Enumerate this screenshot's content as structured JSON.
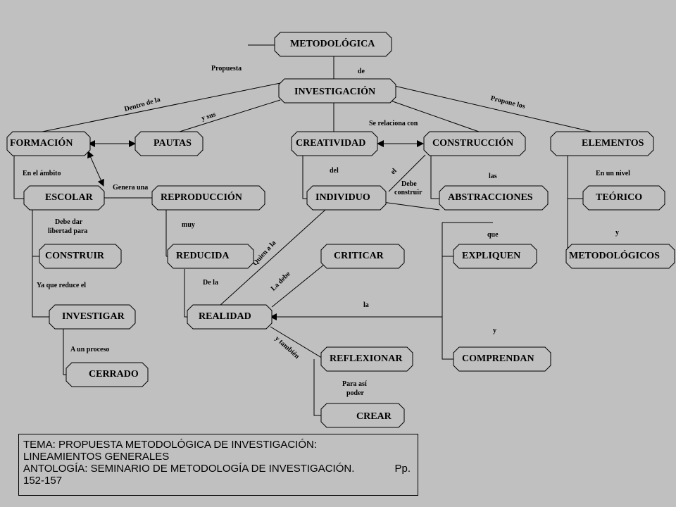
{
  "nodes": {
    "metodologica": "METODOLÓGICA",
    "investigacion": "INVESTIGACIÓN",
    "formacion": "FORMACIÓN",
    "pautas": "PAUTAS",
    "creatividad": "CREATIVIDAD",
    "construccion": "CONSTRUCCIÓN",
    "elementos": "ELEMENTOS",
    "escolar": "ESCOLAR",
    "reproduccion": "REPRODUCCIÓN",
    "individuo": "INDIVIDUO",
    "abstracciones": "ABSTRACCIONES",
    "teorico": "TEÓRICO",
    "construir": "CONSTRUIR",
    "reducida": "REDUCIDA",
    "criticar": "CRITICAR",
    "expliquen": "EXPLIQUEN",
    "metodologicos": "METODOLÓGICOS",
    "investigar": "INVESTIGAR",
    "realidad": "REALIDAD",
    "cerrado": "CERRADO",
    "reflexionar": "REFLEXIONAR",
    "comprendan": "COMPRENDAN",
    "crear": "CREAR"
  },
  "links": {
    "propuesta": "Propuesta",
    "de": "de",
    "dentro_de_la": "Dentro de la",
    "y_sus": "y sus",
    "se_relaciona_con": "Se relaciona con",
    "propone_los": "Propone los",
    "en_el_ambito": "En el ámbito",
    "genera_una": "Genera una",
    "del": "del",
    "el": "el",
    "debe_construir_1": "Debe",
    "debe_construir_2": "construir",
    "las": "las",
    "en_un_nivel": "En un nivel",
    "debe_dar_1": "Debe dar",
    "debe_dar_2": "libertad para",
    "muy": "muy",
    "que": "que",
    "y_1": "y",
    "quien_a_la": "Quien a la",
    "la_debe": "La debe",
    "ya_que_reduce_el": "Ya que reduce el",
    "de_la": "De la",
    "la": "la",
    "y_2": "y",
    "y_tambien": "y también",
    "a_un_proceso": "A un proceso",
    "para_asi_1": "Para así",
    "para_asi_2": "poder"
  },
  "caption": {
    "line1": "TEMA: PROPUESTA METODOLÓGICA DE INVESTIGACIÓN:",
    "line2": "LINEAMIENTOS GENERALES",
    "line3": "ANTOLOGÍA: SEMINARIO DE METODOLOGÍA DE INVESTIGACIÓN.",
    "pages": "Pp.",
    "line4": "152-157"
  }
}
